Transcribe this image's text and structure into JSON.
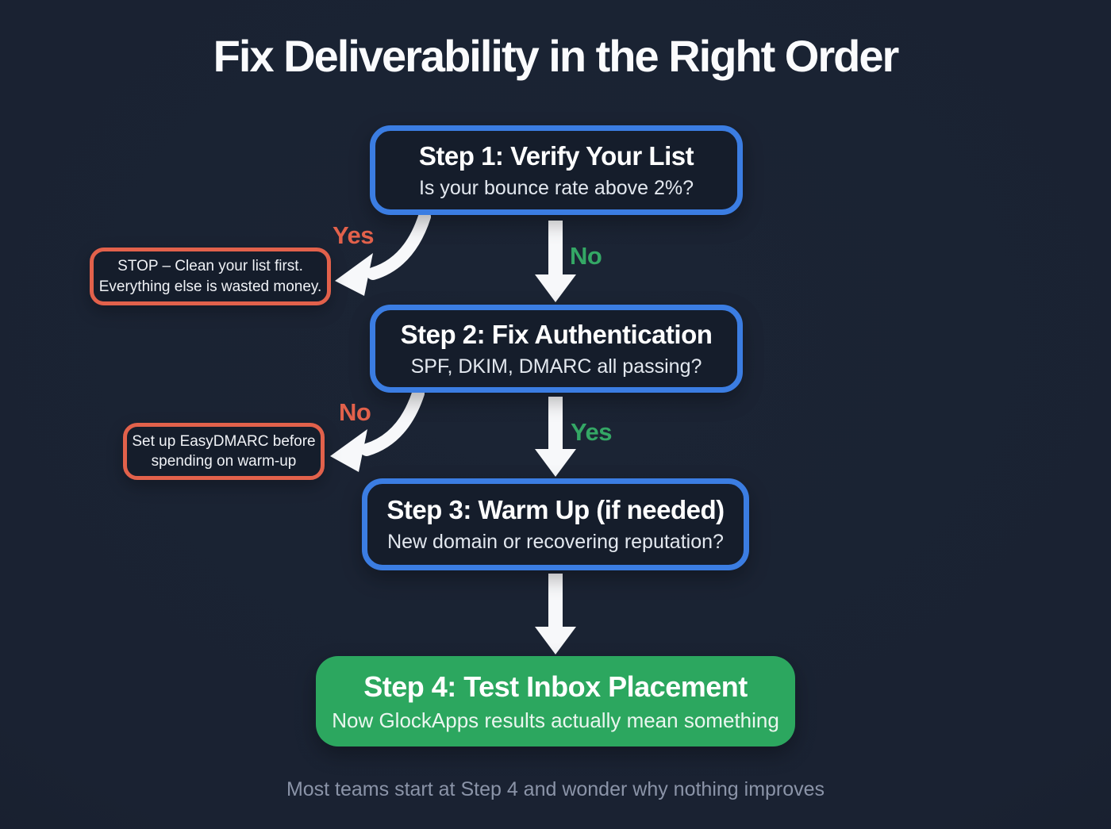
{
  "title": "Fix Deliverability in the Right Order",
  "footer": "Most teams start at Step 4 and wonder why nothing improves",
  "colors": {
    "bg": "#1b2434",
    "panel": "#151d2b",
    "blue": "#3b7de2",
    "coral": "#e2614b",
    "green": "#34a765",
    "green-box": "#2ca75f",
    "arrow": "#f7f8fa",
    "muted": "#8b94a8"
  },
  "steps": [
    {
      "heading": "Step 1: Verify Your List",
      "question": "Is your bounce rate above 2%?"
    },
    {
      "heading": "Step 2: Fix Authentication",
      "question": "SPF, DKIM, DMARC all passing?"
    },
    {
      "heading": "Step 3: Warm Up (if needed)",
      "question": "New domain or recovering reputation?"
    },
    {
      "heading": "Step 4: Test Inbox Placement",
      "question": "Now GlockApps results actually mean something"
    }
  ],
  "branches": [
    {
      "left_label": "Yes",
      "down_label": "No",
      "warning_line1": "STOP – Clean your list first.",
      "warning_line2": "Everything else is wasted money."
    },
    {
      "left_label": "No",
      "down_label": "Yes",
      "warning_line1": "Set up EasyDMARC before",
      "warning_line2": "spending on warm-up"
    }
  ]
}
